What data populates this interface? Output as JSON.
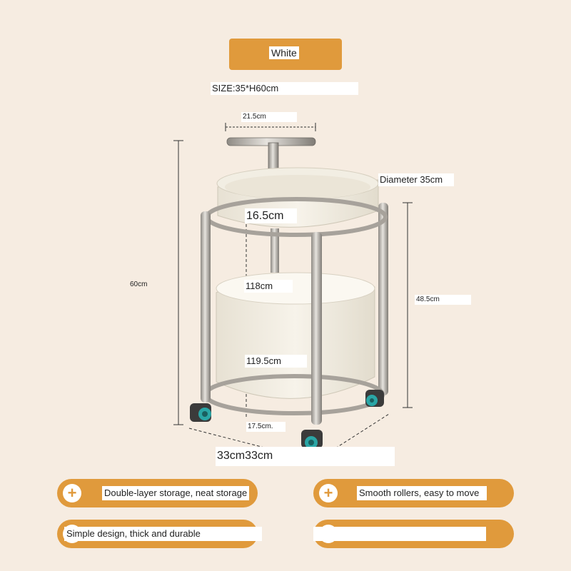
{
  "color_option": {
    "label": "White"
  },
  "size_label": "SIZE:35*H60cm",
  "dimensions": {
    "handle_width": "21.5cm",
    "diameter": "Diameter 35cm",
    "top_tray_height": "16.5cm",
    "mid_a": "118cm",
    "mid_b": "119.5cm",
    "total_height": "60cm",
    "leg_height": "48.5cm",
    "bottom_gap": "17.5cm.",
    "base": "33cm33cm"
  },
  "features": [
    {
      "label": "Double-layer storage, neat storage",
      "icon": "plus-icon"
    },
    {
      "label": "Smooth rollers, easy to move",
      "icon": "plus-icon"
    },
    {
      "label": "Simple design, thick and durable",
      "icon": "plus-icon"
    },
    {
      "label": "",
      "icon": "plus-icon"
    }
  ],
  "colors": {
    "accent": "#e09a3c",
    "background": "#f6ece1",
    "metal": "#b9b4ad",
    "bin": "#f1ece0",
    "wheel": "#2aa6a6"
  }
}
